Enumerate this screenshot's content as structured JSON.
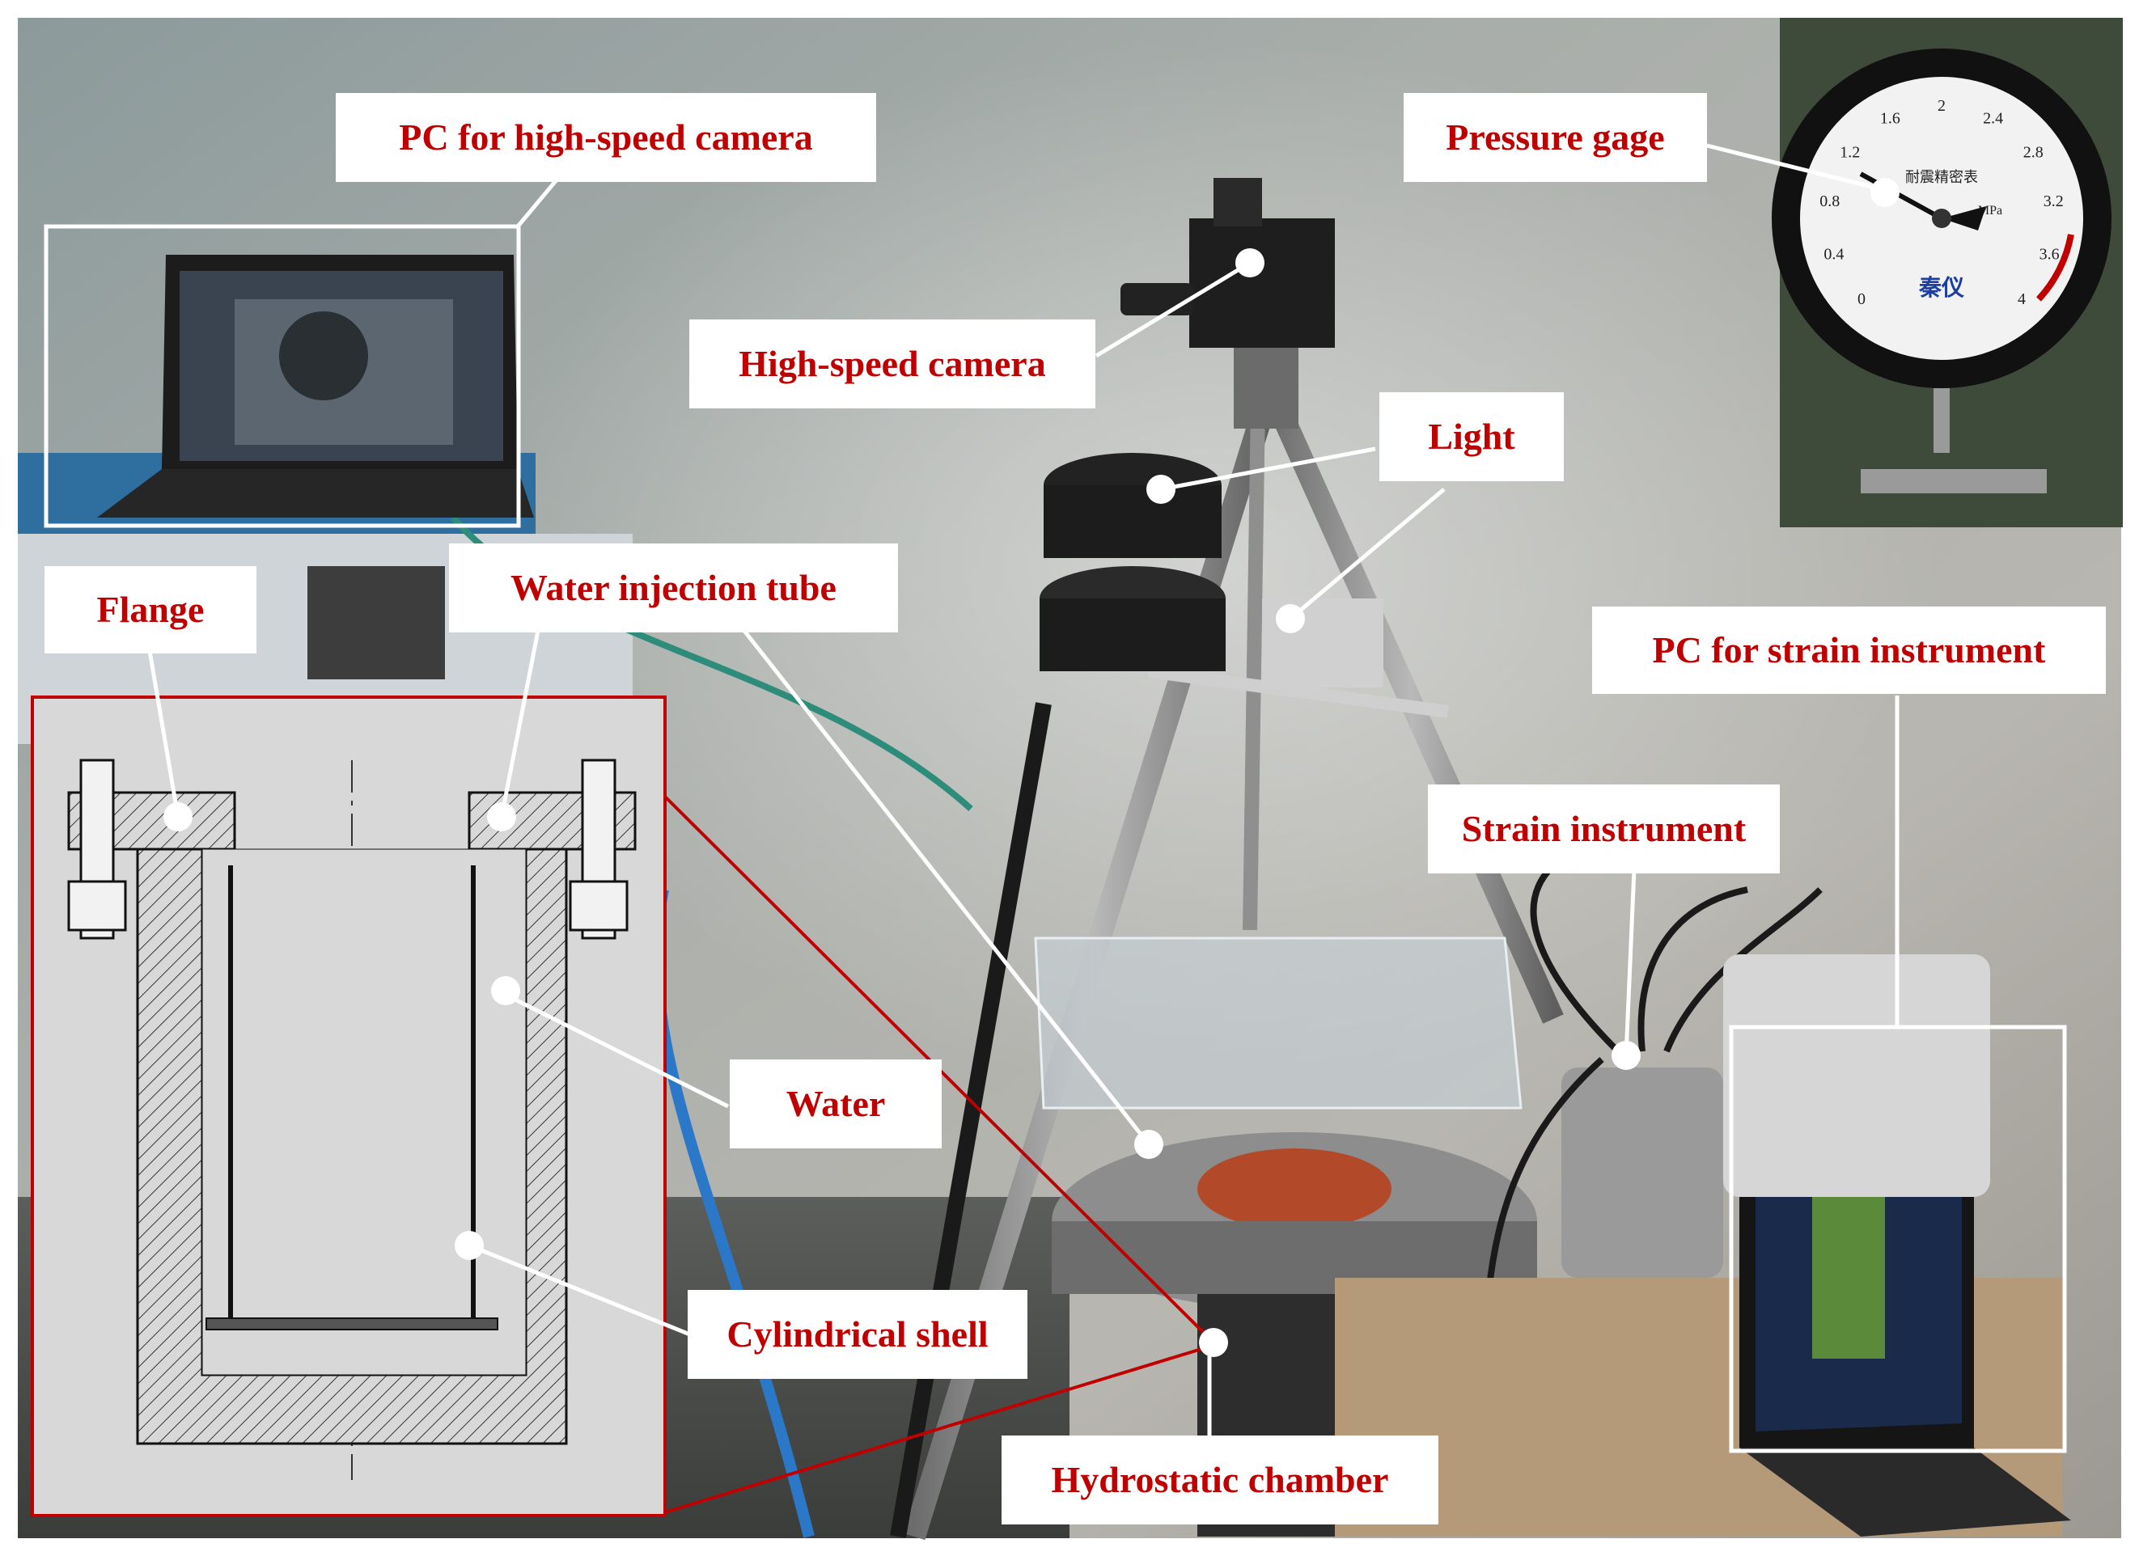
{
  "figure": {
    "labels": {
      "pc_camera": "PC for high-speed camera",
      "high_speed_camera": "High-speed camera",
      "pressure_gage": "Pressure gage",
      "light": "Light",
      "flange": "Flange",
      "water_injection_tube": "Water injection tube",
      "pc_strain": "PC for strain instrument",
      "strain_instrument": "Strain instrument",
      "water": "Water",
      "cylindrical_shell": "Cylindrical shell",
      "hydrostatic_chamber": "Hydrostatic chamber"
    },
    "gauge": {
      "ticks": [
        "0",
        "0.4",
        "0.8",
        "1.2",
        "1.6",
        "2",
        "2.4",
        "2.8",
        "3.2",
        "3.6",
        "4"
      ],
      "unit": "MPa",
      "brand": "秦仪",
      "caption": "耐震精密表"
    },
    "colors": {
      "label_text": "#c00000",
      "callout_line": "#ffffff",
      "detail_border": "#c00000",
      "drawing_bg": "#d8d8d8"
    }
  }
}
